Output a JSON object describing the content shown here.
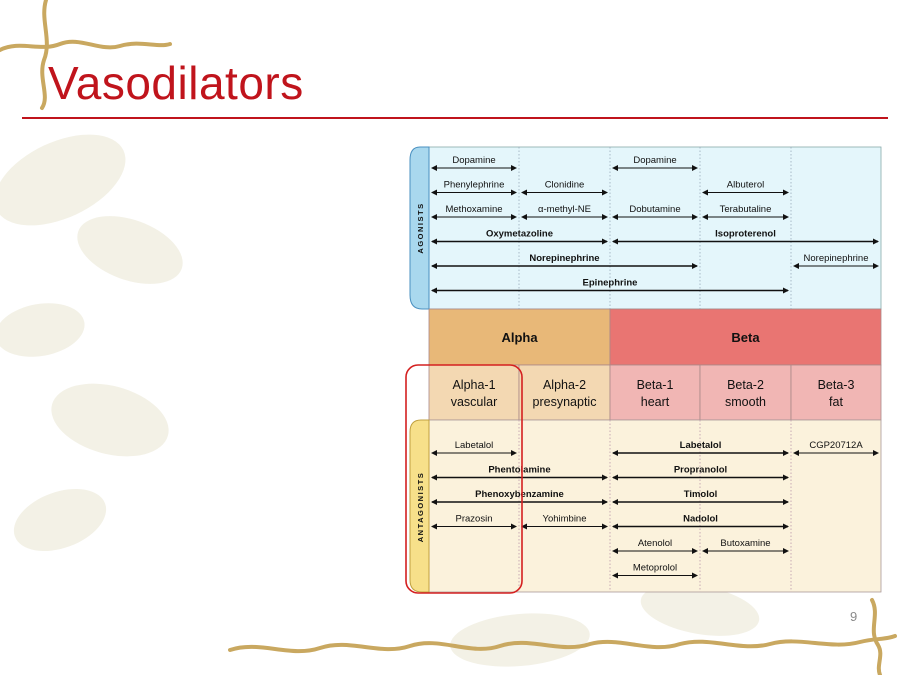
{
  "slide": {
    "title": "Vasodilators",
    "page_number": "9"
  },
  "colors": {
    "title": "#c0141c",
    "agonist_panel": "#e4f6fb",
    "agonist_tab": "#a9d8ee",
    "alpha_header": "#e8b878",
    "beta_header": "#e97572",
    "alpha_cell": "#f3d8b2",
    "beta_cell": "#f1b6b4",
    "antagonist_panel": "#fbf2dc",
    "antagonist_tab": "#f7e08a",
    "highlight_box": "#d42020"
  },
  "diagram": {
    "agonists_label": "AGONISTS",
    "antagonists_label": "ANTAGONISTS",
    "alpha_header": "Alpha",
    "beta_header": "Beta",
    "receptors": [
      {
        "line1": "Alpha-1",
        "line2": "vascular"
      },
      {
        "line1": "Alpha-2",
        "line2": "presynaptic"
      },
      {
        "line1": "Beta-1",
        "line2": "heart"
      },
      {
        "line1": "Beta-2",
        "line2": "smooth"
      },
      {
        "line1": "Beta-3",
        "line2": "fat"
      }
    ],
    "agonists": [
      {
        "label": "Dopamine",
        "bold": false,
        "from": 0,
        "to": 1
      },
      {
        "label": "Dopamine",
        "bold": false,
        "from": 2,
        "to": 3
      },
      {
        "label": "Phenylephrine",
        "bold": false,
        "from": 0,
        "to": 1
      },
      {
        "label": "Clonidine",
        "bold": false,
        "from": 1,
        "to": 2
      },
      {
        "label": "Albuterol",
        "bold": false,
        "from": 3,
        "to": 4
      },
      {
        "label": "Methoxamine",
        "bold": false,
        "from": 0,
        "to": 1
      },
      {
        "label": "α-methyl-NE",
        "bold": false,
        "from": 1,
        "to": 2
      },
      {
        "label": "Dobutamine",
        "bold": false,
        "from": 2,
        "to": 3
      },
      {
        "label": "Terabutaline",
        "bold": false,
        "from": 3,
        "to": 4
      },
      {
        "label": "Oxymetazoline",
        "bold": true,
        "from": 0,
        "to": 2
      },
      {
        "label": "Isoproterenol",
        "bold": true,
        "from": 2,
        "to": 5
      },
      {
        "label": "Norepinephrine",
        "bold": true,
        "from": 0,
        "to": 3
      },
      {
        "label": "Norepinephrine",
        "bold": false,
        "from": 4,
        "to": 5
      },
      {
        "label": "Epinephrine",
        "bold": true,
        "from": 0,
        "to": 4
      }
    ],
    "antagonists": [
      {
        "label": "Labetalol",
        "bold": false,
        "from": 0,
        "to": 1
      },
      {
        "label": "Labetalol",
        "bold": true,
        "from": 2,
        "to": 4
      },
      {
        "label": "CGP20712A",
        "bold": false,
        "from": 4,
        "to": 5
      },
      {
        "label": "Phentolamine",
        "bold": true,
        "from": 0,
        "to": 2
      },
      {
        "label": "Propranolol",
        "bold": true,
        "from": 2,
        "to": 4
      },
      {
        "label": "Phenoxybenzamine",
        "bold": true,
        "from": 0,
        "to": 2
      },
      {
        "label": "Timolol",
        "bold": true,
        "from": 2,
        "to": 4
      },
      {
        "label": "Prazosin",
        "bold": false,
        "from": 0,
        "to": 1
      },
      {
        "label": "Yohimbine",
        "bold": false,
        "from": 1,
        "to": 2
      },
      {
        "label": "Nadolol",
        "bold": true,
        "from": 2,
        "to": 4
      },
      {
        "label": "Atenolol",
        "bold": false,
        "from": 2,
        "to": 3
      },
      {
        "label": "Butoxamine",
        "bold": false,
        "from": 3,
        "to": 4
      },
      {
        "label": "Metoprolol",
        "bold": false,
        "from": 2,
        "to": 3
      }
    ]
  }
}
